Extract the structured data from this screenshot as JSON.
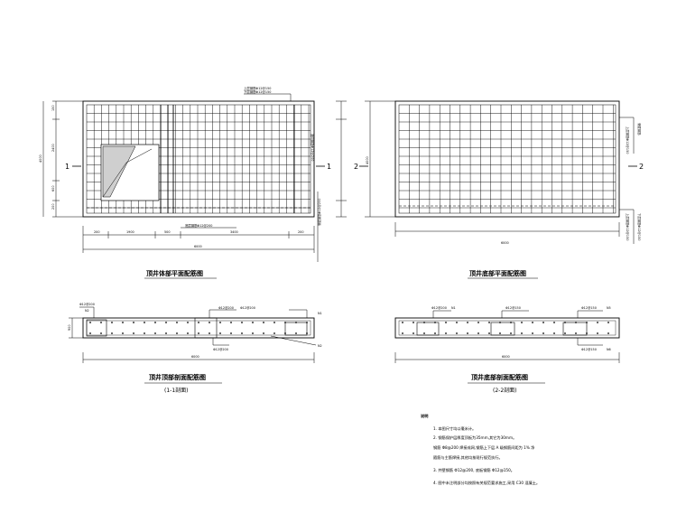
{
  "captions": {
    "plan_left": "顶井体部平面配筋图",
    "plan_right": "顶井底部平面配筋图",
    "section_left": "顶井顶部剖面配筋图",
    "section_left_sub": "(1-1剖面)",
    "section_right": "顶井底部剖面配筋图",
    "section_right_sub": "(2-2剖面)"
  },
  "section_marks": {
    "one": "1",
    "two": "2"
  },
  "notes": {
    "heading": "说明",
    "lines": [
      "1. 本图尺寸均以毫米计。",
      "2. 钢筋保护层厚度顶板为35mm,其它为30mm。",
      "   钢筋 Φ8@200 焊接成网,钢筋上下层 A 级钢筋间距为 1% 净",
      "   箍筋与主筋焊接,其他均按现行规范执行。",
      "3. 井壁钢筋 Φ12@200, 底板钢筋 Φ12@150。",
      "4. 图中未注明部分均按照有关规范要求施工,采用 C30 混凝土。"
    ]
  },
  "callouts": {
    "top_rebar_1": "上层钢筋Φ12@150",
    "top_rebar_2": "下层钢筋Φ12@150",
    "vertical_rebar": "竖向钢筋Φ12@200",
    "bottom_rebar": "底层钢筋Φ12@200",
    "bottom_rebar_2": "侧壁钢筋Φ12@200",
    "right_top": "上层钢筋Φ12@150",
    "right_side": "侧壁钢筋",
    "right_bottom_1": "上层钢筋Φ12@150",
    "right_bottom_2": "下层钢筋Φ12@150",
    "sec_left_a": "Φ12@200",
    "sec_left_b": "Φ12@200",
    "sec_left_c": "Φ12@200",
    "sec_left_n1": "N1",
    "sec_left_n2": "N2",
    "sec_left_box": "N2",
    "sec_left_label": "Φ12@200",
    "sec_right_a": "Φ12@150",
    "sec_right_b": "Φ12@200",
    "sec_right_c": "Φ12@150",
    "sec_right_n1": "N1",
    "sec_right_n5": "N5",
    "sec_right_n6": "N6",
    "sec_right_d": "Φ12@150"
  },
  "dims": {
    "left_bottom": [
      "200",
      "1900",
      "500",
      "3400",
      "200"
    ],
    "left_total": "6000",
    "left_side": [
      "150",
      "2400",
      "600",
      "200"
    ],
    "left_side_total": "4000",
    "right_total": "6000",
    "right_side_total": "4000",
    "sec_left_total": "6000",
    "sec_left_h": "900",
    "sec_right_total": "6000"
  }
}
